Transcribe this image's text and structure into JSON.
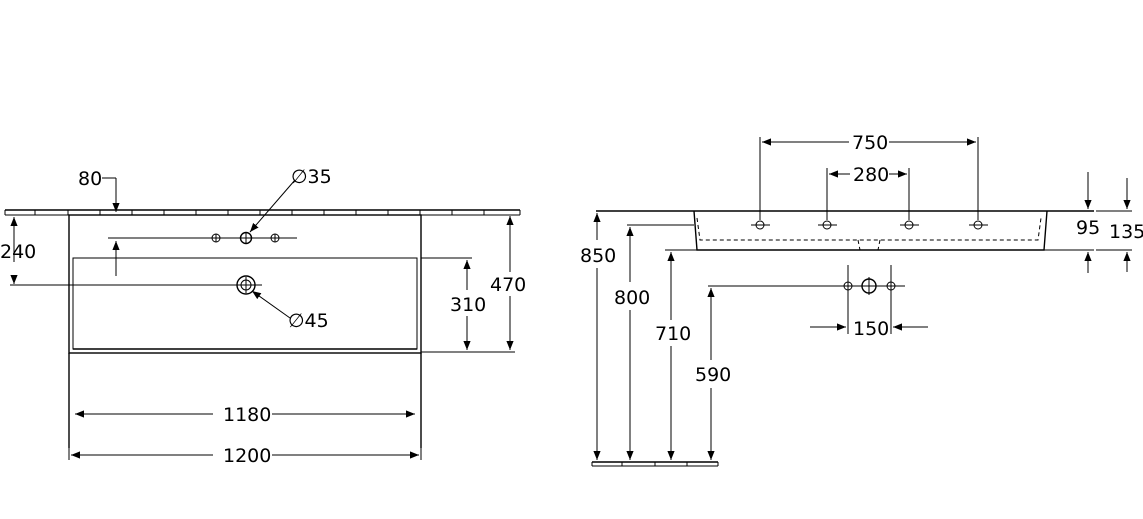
{
  "plan_view": {
    "dims": {
      "tap_offset": "80",
      "tap_hole_dia": "∅35",
      "depth_tap_row": "240",
      "waste_dia": "∅45",
      "basin_depth": "310",
      "overall_depth": "470",
      "basin_width": "1180",
      "overall_width": "1200"
    }
  },
  "side_view": {
    "dims": {
      "hole_span_outer": "750",
      "hole_span_inner": "280",
      "rim_thickness": "95",
      "overall_height": "135",
      "height_top": "850",
      "height_underside": "800",
      "height_waste": "710",
      "height_trap": "590",
      "trap_spacing": "150"
    }
  },
  "colors": {
    "line": "#000000",
    "background": "#ffffff"
  }
}
